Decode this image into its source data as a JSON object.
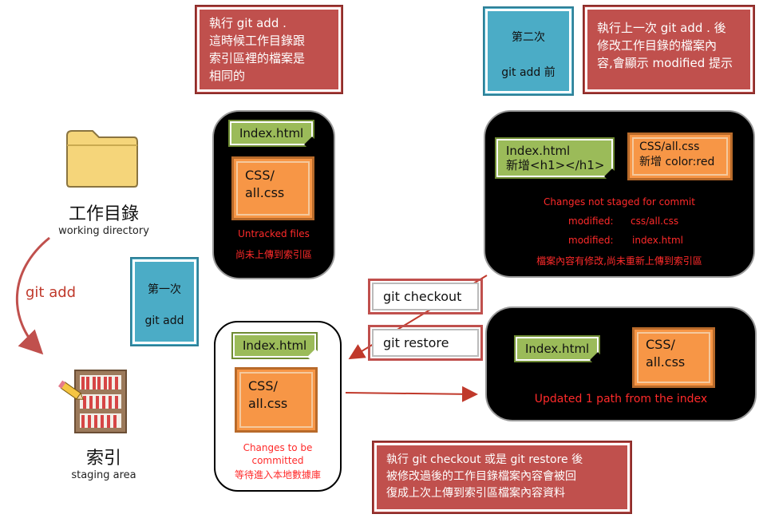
{
  "notes": {
    "top_left": [
      "執行 git add .",
      "這時候工作目錄跟",
      "索引區裡的檔案是",
      "相同的"
    ],
    "top_right": [
      "執行上一次 git add . 後",
      "修改工作目錄的檔案內",
      "容,會顯示 modified 提示"
    ],
    "bottom": [
      "執行 git checkout 或是 git restore 後",
      "被修改過後的工作目錄檔案內容會被回",
      "復成上次上傳到索引區檔案內容資料"
    ]
  },
  "teal": {
    "second": {
      "line1": "第二次",
      "line2": "git add 前"
    },
    "first": {
      "line1": "第一次",
      "line2": "git add"
    }
  },
  "left": {
    "working_title": "工作目錄",
    "working_sub": "working directory",
    "git_add": "git add",
    "staging_title": "索引",
    "staging_sub": "staging area"
  },
  "panel_untracked": {
    "file": "Index.html",
    "css": [
      "CSS/",
      "all.css"
    ],
    "status": "Untracked files",
    "note": "尚未上傳到索引區"
  },
  "panel_staged": {
    "file": "Index.html",
    "css": [
      "CSS/",
      "all.css"
    ],
    "status1": "Changes to be",
    "status2": "committed",
    "note": "等待進入本地數據庫"
  },
  "panel_modified": {
    "file_line1": "Index.html",
    "file_line2": "新增<h1></h1>",
    "css_line1": "CSS/all.css",
    "css_line2": "新增 color:red",
    "status": "Changes not staged for commit",
    "mod1_label": "modified:",
    "mod1_file": "css/all.css",
    "mod2_label": "modified:",
    "mod2_file": "index.html",
    "note": "檔案內容有修改,尚未重新上傳到索引區"
  },
  "panel_restored": {
    "file": "Index.html",
    "css": [
      "CSS/",
      "all.css"
    ],
    "status": "Updated 1 path from the index"
  },
  "commands": {
    "checkout": "git checkout",
    "restore": "git restore"
  },
  "colors": {
    "note_red": "#c0504d",
    "teal": "#4bacc6",
    "green": "#9bbb59",
    "orange": "#f79646",
    "status_red": "#ff2a2a",
    "folder": "#f5d57a"
  },
  "icons": [
    "folder-icon",
    "bookshelf-icon",
    "pencil-icon"
  ]
}
